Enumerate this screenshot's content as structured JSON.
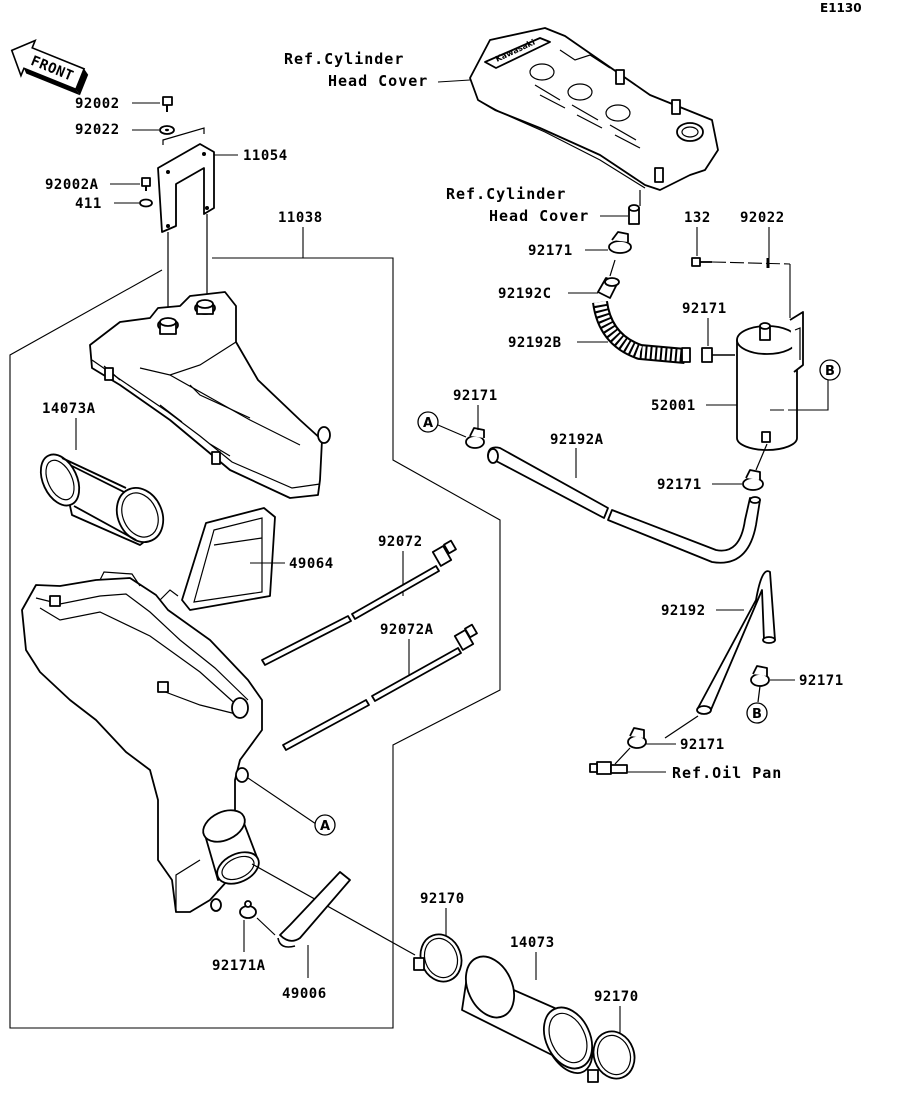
{
  "diagram": {
    "code": "E1130",
    "front_label": "FRONT",
    "labels": {
      "p92002": "92002",
      "p92022_left": "92022",
      "p11054": "11054",
      "p92002A": "92002A",
      "p411": "411",
      "p11038": "11038",
      "p14073A": "14073A",
      "p49064": "49064",
      "p92072": "92072",
      "p92072A": "92072A",
      "ref_head_cover_1a": "Ref.Cylinder",
      "ref_head_cover_1b": "Head Cover",
      "ref_head_cover_2a": "Ref.Cylinder",
      "ref_head_cover_2b": "Head Cover",
      "p132": "132",
      "p92022_right": "92022",
      "p92171_a": "92171",
      "p92192C": "92192C",
      "p92171_b": "92171",
      "p92192B": "92192B",
      "p92171_c": "92171",
      "p52001": "52001",
      "p92192A": "92192A",
      "p92171_d": "92171",
      "p92192": "92192",
      "p92171_e": "92171",
      "p92171_f": "92171",
      "ref_oil_pan": "Ref.Oil Pan",
      "p92170_a": "92170",
      "p14073": "14073",
      "p92170_b": "92170",
      "p92171A": "92171A",
      "p49006": "49006"
    },
    "callouts": {
      "a1": "A",
      "a2": "A",
      "b1": "B",
      "b2": "B"
    },
    "cover_logo": "Kawasaki"
  }
}
